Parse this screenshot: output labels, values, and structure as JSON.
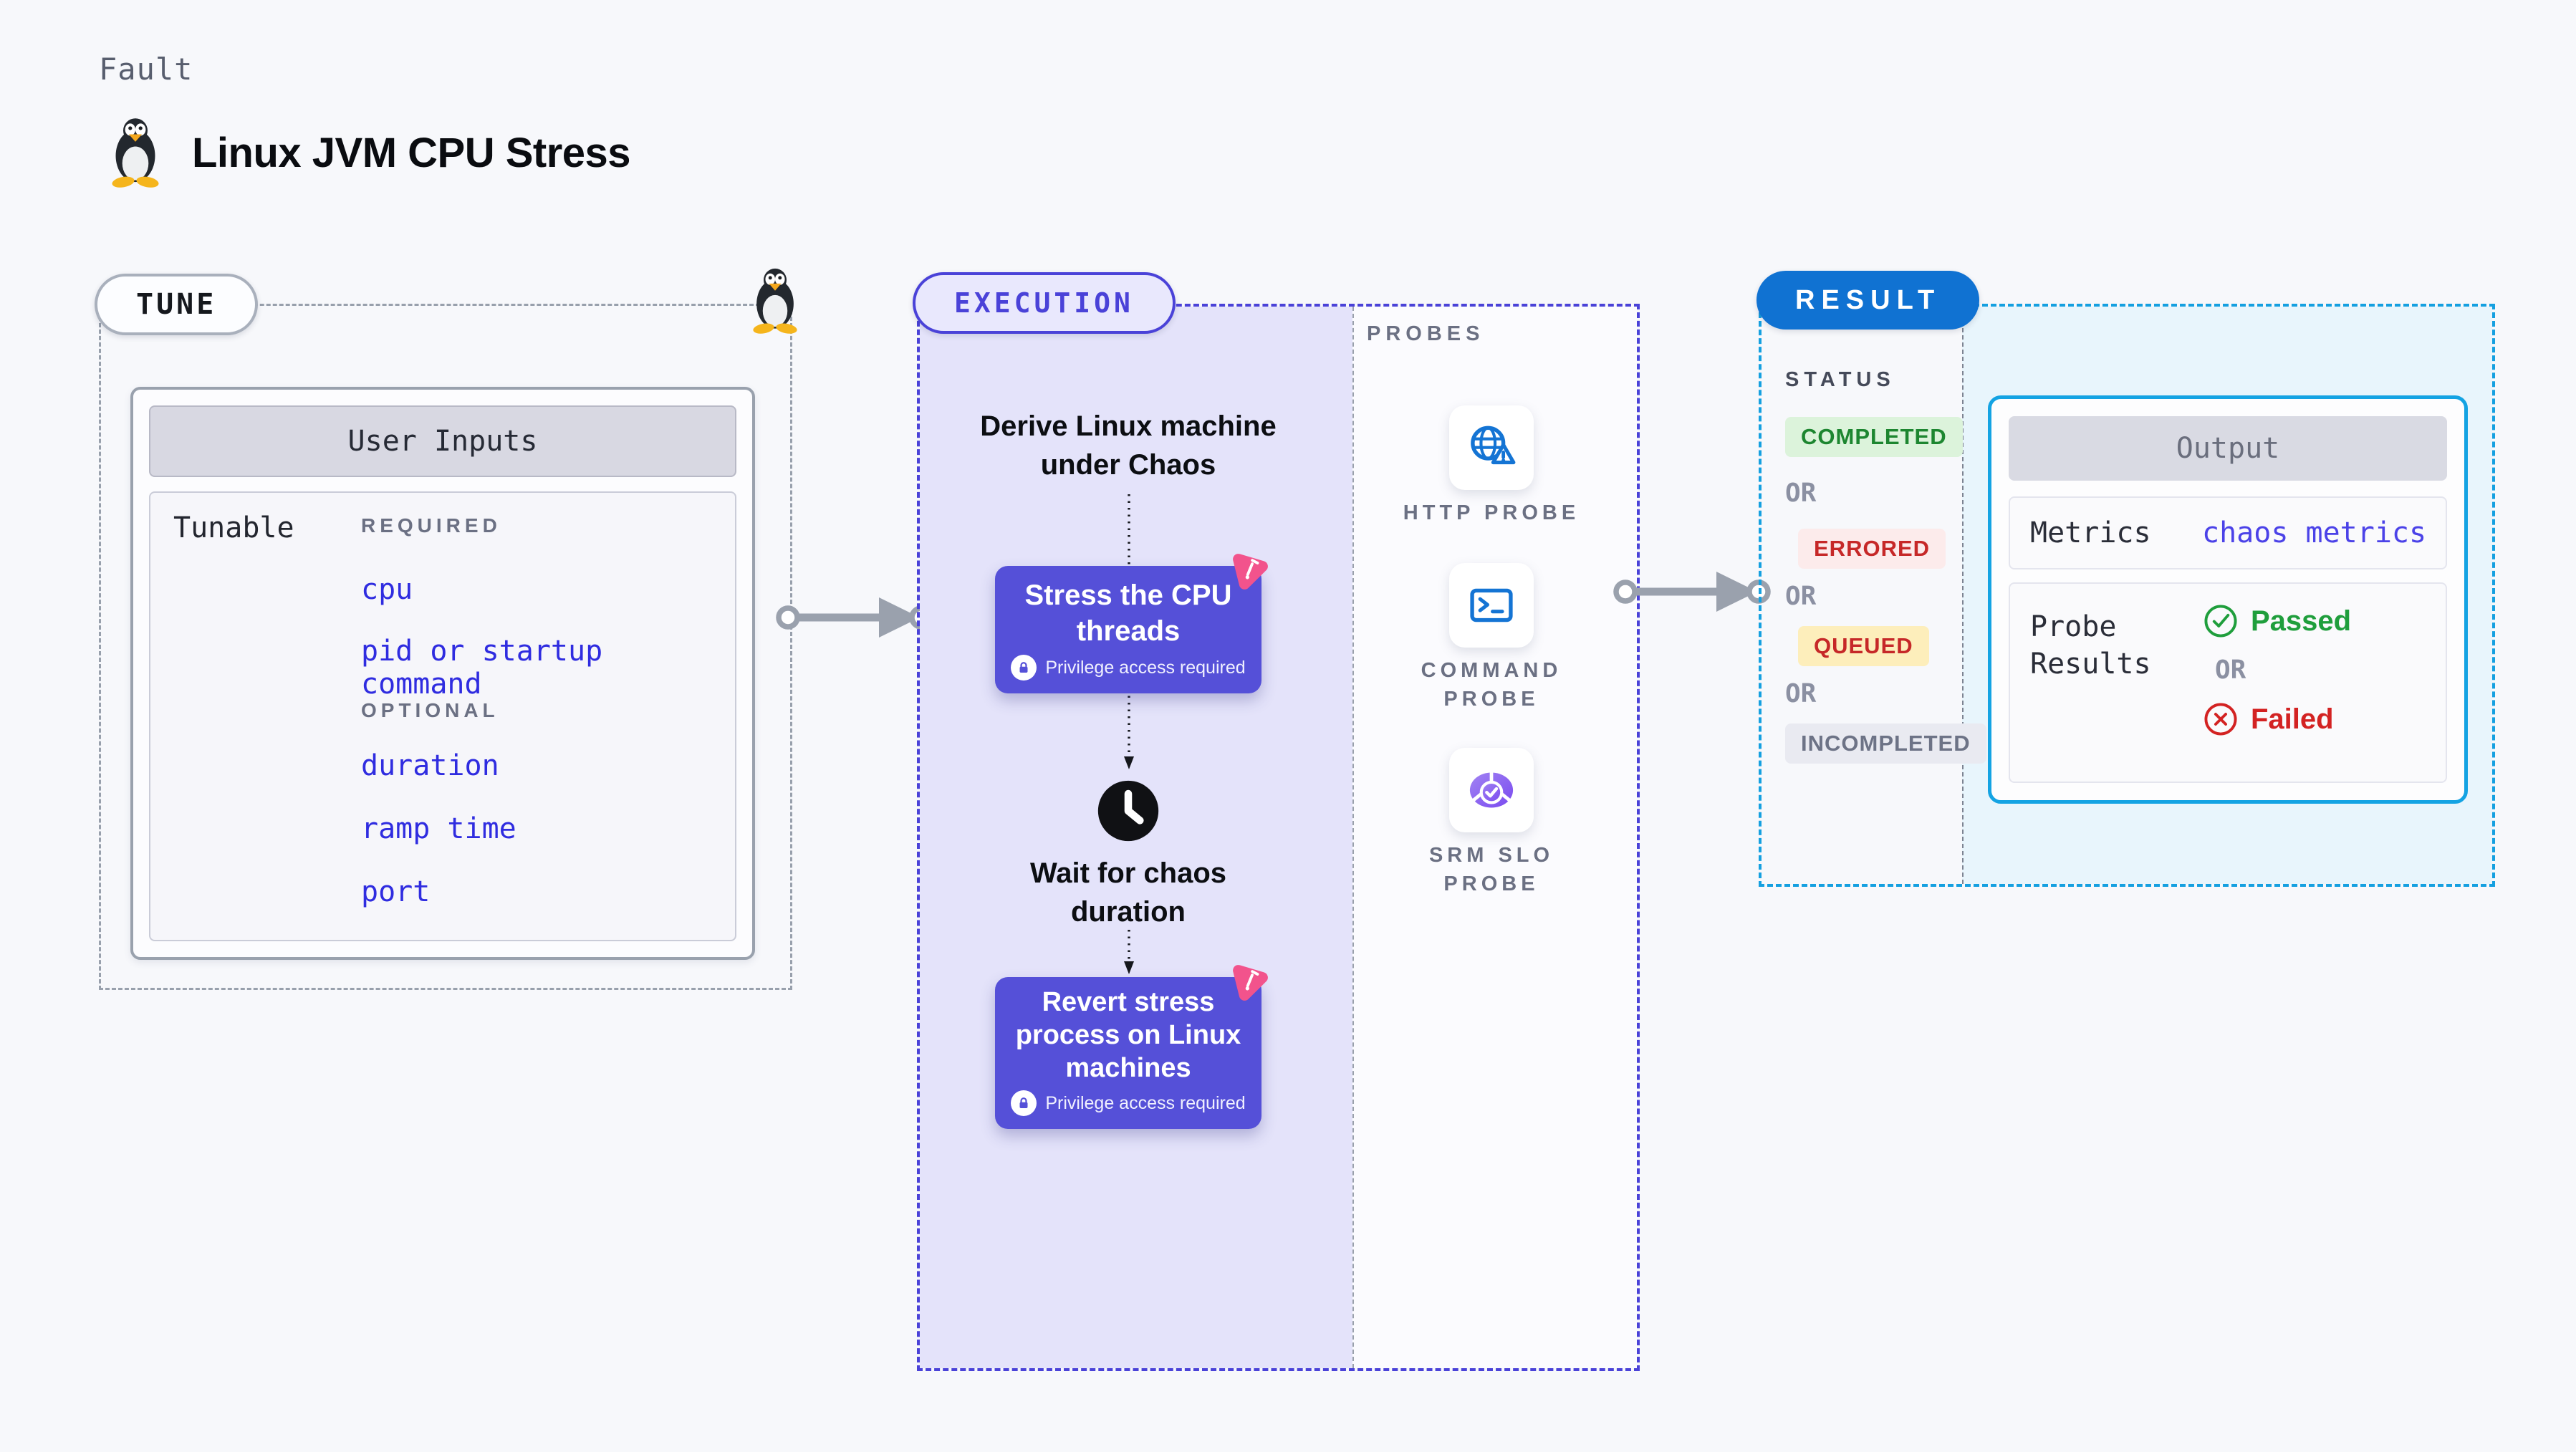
{
  "header": {
    "fault_label": "Fault",
    "title": "Linux JVM CPU Stress"
  },
  "tune": {
    "label": "TUNE",
    "table_title": "User Inputs",
    "row_label": "Tunable",
    "required_label": "REQUIRED",
    "required_items": [
      "cpu",
      "pid or startup command"
    ],
    "optional_label": "OPTIONAL",
    "optional_items": [
      "duration",
      "ramp time",
      "port"
    ]
  },
  "execution": {
    "label": "EXECUTION",
    "derive_text": "Derive Linux machine under Chaos",
    "stress_title": "Stress the CPU threads",
    "wait_text": "Wait for chaos duration",
    "revert_title": "Revert stress process on Linux machines",
    "privilege_label": "Privilege access required"
  },
  "probes": {
    "label": "PROBES",
    "items": [
      {
        "icon": "globe-warning-icon",
        "label": "HTTP PROBE"
      },
      {
        "icon": "terminal-icon",
        "label": "COMMAND PROBE"
      },
      {
        "icon": "slo-pie-check-icon",
        "label": "SRM SLO PROBE"
      }
    ]
  },
  "result": {
    "label": "RESULT",
    "status_label": "STATUS",
    "or_label": "OR",
    "statuses": [
      {
        "label": "COMPLETED",
        "bg": "#dcf3db",
        "color": "#1d8630"
      },
      {
        "label": "ERRORED",
        "bg": "#fcebeb",
        "color": "#c62828"
      },
      {
        "label": "QUEUED",
        "bg": "#fdeebb",
        "color": "#c62828"
      },
      {
        "label": "INCOMPLETED",
        "bg": "#e9eaf1",
        "color": "#6d7386"
      }
    ],
    "output": {
      "title": "Output",
      "metrics_label": "Metrics",
      "metrics_value": "chaos metrics",
      "probe_results_label": "Probe Results",
      "passed_label": "Passed",
      "failed_label": "Failed"
    }
  },
  "colors": {
    "node_purple": "#5550d8",
    "execution_blue": "#4a42d8",
    "result_blue": "#1072d2",
    "result_dash_blue": "#15a0e0",
    "chaos_pink": "#f2538c",
    "probe_icon_blue": "#1474d4",
    "tunable_link_blue": "#2f2ce0",
    "passed_green": "#1f9e3c",
    "failed_red": "#d32222"
  }
}
